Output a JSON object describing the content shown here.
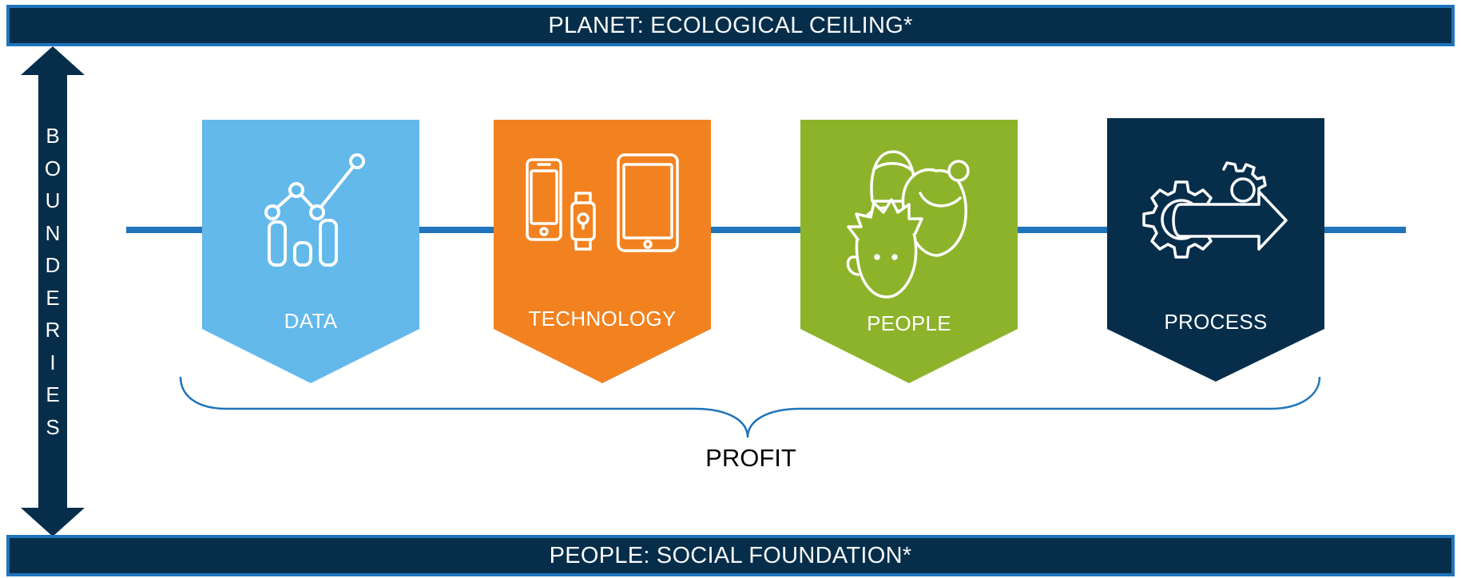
{
  "top_band": {
    "bold": "PLANET:",
    "light": "ECOLOGICAL CEILING*"
  },
  "bottom_band": {
    "bold": "PEOPLE:",
    "light": "SOCIAL FOUNDATION*"
  },
  "side_label": [
    "B",
    "O",
    "U",
    "N",
    "D",
    "E",
    "R",
    "I",
    "E",
    "S"
  ],
  "cards": [
    {
      "label": "DATA",
      "icon": "chart-icon",
      "color": "#62b9ea"
    },
    {
      "label": "TECHNOLOGY",
      "icon": "devices-icon",
      "color": "#f28220"
    },
    {
      "label": "PEOPLE",
      "icon": "people-icon",
      "color": "#8db32a"
    },
    {
      "label": "PROCESS",
      "icon": "process-icon",
      "color": "#062e4b"
    }
  ],
  "profit_label": "PROFIT",
  "colors": {
    "band": "#062e4b",
    "accent": "#1f74bb"
  }
}
